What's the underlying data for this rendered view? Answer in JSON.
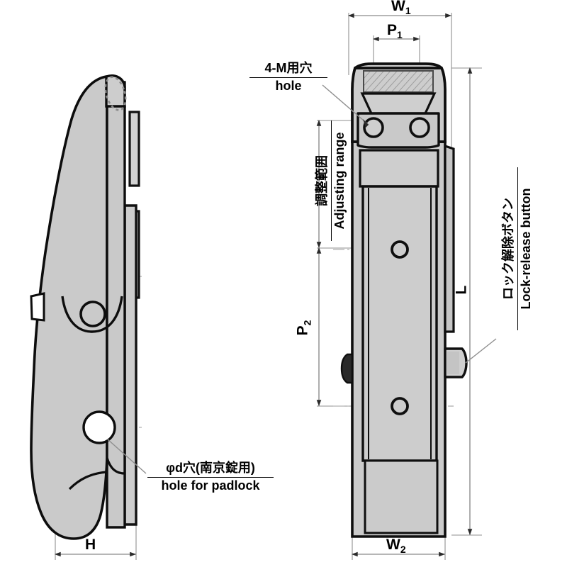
{
  "drawing": {
    "type": "technical-drawing",
    "subject": "toggle latch / draw latch",
    "views": [
      {
        "name": "side-view",
        "position": "left"
      },
      {
        "name": "front-view",
        "position": "right"
      }
    ],
    "colors": {
      "outline": "#000000",
      "body_fill": "#c9c9c9",
      "body_fill_light": "#d6d6d6",
      "dimension_line": "#8a8a8a",
      "background": "#ffffff",
      "centerline": "#9a9a9a"
    }
  },
  "dimensions": {
    "w1": {
      "label": "W",
      "sub": "1",
      "view": "front-view",
      "placement": "top-overall"
    },
    "p1": {
      "label": "P",
      "sub": "1",
      "view": "front-view",
      "placement": "top-hole-pitch"
    },
    "p2": {
      "label": "P",
      "sub": "2",
      "view": "front-view",
      "placement": "left-hole-pitch"
    },
    "w2": {
      "label": "W",
      "sub": "2",
      "view": "front-view",
      "placement": "bottom-overall"
    },
    "l": {
      "label": "L",
      "sub": "",
      "view": "front-view",
      "placement": "right-overall-length"
    },
    "h": {
      "label": "H",
      "sub": "",
      "view": "side-view",
      "placement": "bottom-overall"
    }
  },
  "annotations": {
    "mounting_hole": {
      "jp": "4-M用穴",
      "en": "hole",
      "target": "two mounting holes in top plate"
    },
    "adjusting_range": {
      "jp": "調整範囲",
      "en": "Adjusting range",
      "orientation": "vertical"
    },
    "lock_release": {
      "jp": "ロック解除ボタン",
      "en": "Lock-release button",
      "orientation": "vertical"
    },
    "padlock_hole": {
      "jp": "φd穴(南京錠用)",
      "en": "hole for padlock",
      "target": "lower hole in side view"
    }
  }
}
